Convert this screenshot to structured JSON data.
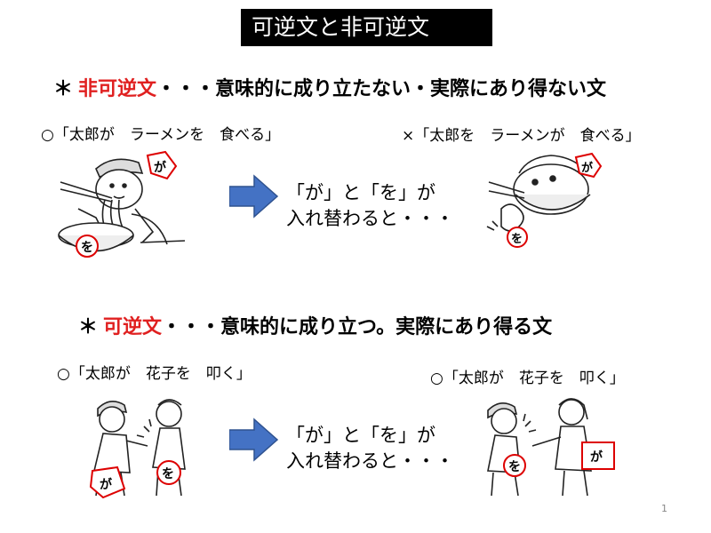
{
  "title": "可逆文と非可逆文",
  "section1": {
    "star": "＊",
    "term": "非可逆文",
    "rest": "・・・意味的に成り立たない・実際にあり得ない文",
    "left_sentence": "○「太郎が　ラーメンを　食べる」",
    "right_sentence": "×「太郎を　ラーメンが　食べる」",
    "swap_line1": "「が」と「を」が",
    "swap_line2": "入れ替わると・・・"
  },
  "section2": {
    "star": "＊",
    "term": "可逆文",
    "rest": "・・・意味的に成り立つ。実際にあり得る文",
    "left_sentence": "○「太郎が　花子を　叩く」",
    "right_sentence": "○「太郎が　花子を　叩く」",
    "swap_line1": "「が」と「を」が",
    "swap_line2": "入れ替わると・・・"
  },
  "tags": {
    "ga": "が",
    "wo": "を"
  },
  "page_number": "1",
  "colors": {
    "accent_red": "#e02020",
    "arrow_blue": "#4472c4",
    "title_bg": "#000000"
  }
}
